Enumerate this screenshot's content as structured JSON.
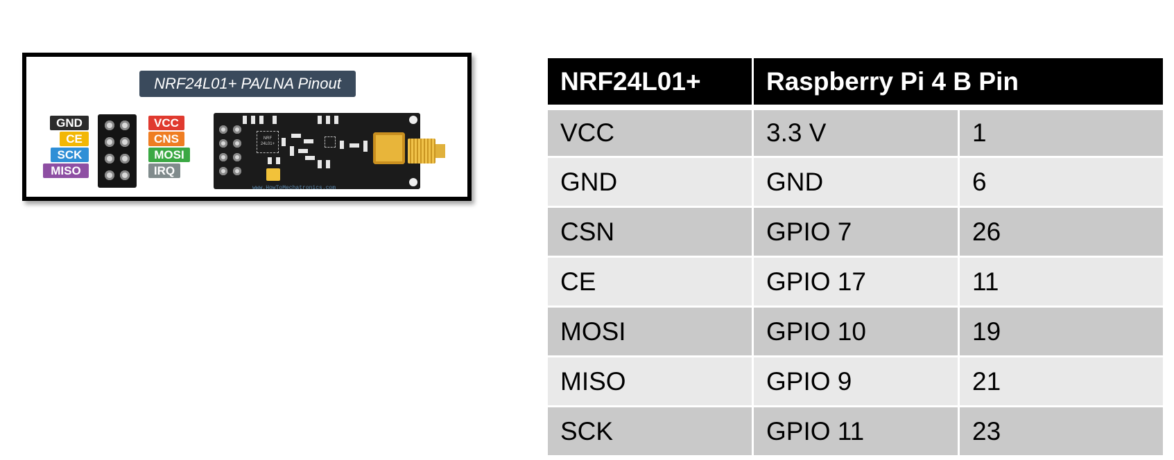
{
  "pinout": {
    "title": "NRF24L01+ PA/LNA Pinout",
    "left_pins": [
      {
        "label": "GND",
        "color": "#2b2b2b"
      },
      {
        "label": "CE",
        "color": "#f2b705"
      },
      {
        "label": "SCK",
        "color": "#2f8fd6"
      },
      {
        "label": "MISO",
        "color": "#8e4fa3"
      }
    ],
    "right_pins": [
      {
        "label": "VCC",
        "color": "#e03a2f"
      },
      {
        "label": "CNS",
        "color": "#ef7d22"
      },
      {
        "label": "MOSI",
        "color": "#3aa843"
      },
      {
        "label": "IRQ",
        "color": "#808b8c"
      }
    ],
    "chip_text": "NRF\n24L01+",
    "watermark": "www.HowToMechatronics.com"
  },
  "table": {
    "headers": [
      "NRF24L01+",
      "Raspberry Pi 4 B Pin"
    ],
    "rows": [
      [
        "VCC",
        "3.3 V",
        "1"
      ],
      [
        "GND",
        "GND",
        "6"
      ],
      [
        "CSN",
        "GPIO 7",
        "26"
      ],
      [
        "CE",
        "GPIO 17",
        "11"
      ],
      [
        "MOSI",
        "GPIO 10",
        "19"
      ],
      [
        "MISO",
        "GPIO 9",
        "21"
      ],
      [
        "SCK",
        "GPIO 11",
        "23"
      ]
    ]
  }
}
